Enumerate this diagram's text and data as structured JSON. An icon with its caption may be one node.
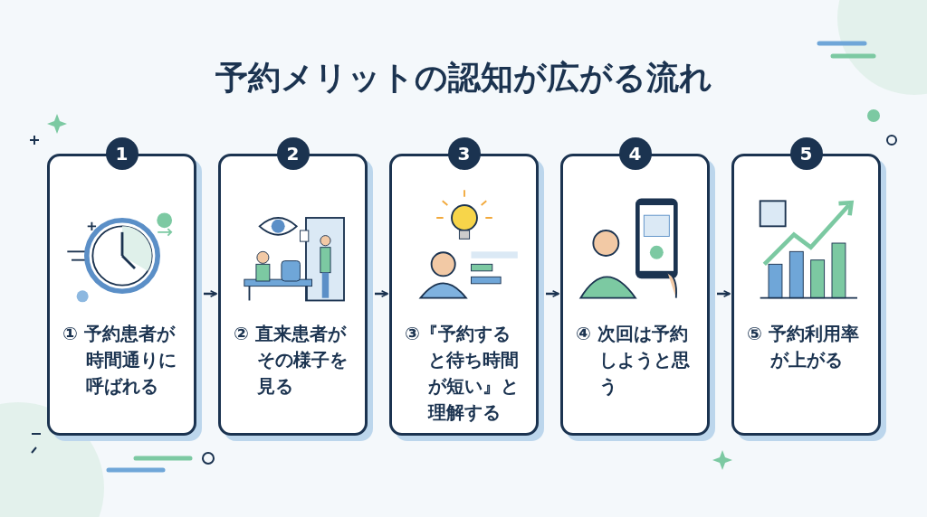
{
  "diagram": {
    "title": "予約メリットの認知が広がる流れ",
    "nodes": [
      {
        "text": [
          "1",
          "① 予約患者が時間通りに呼ばれる"
        ]
      },
      {
        "text": [
          "2",
          "② 直来患者がその様子を見る"
        ]
      },
      {
        "text": [
          "3",
          "③『予約すると待ち時間が短い』と理解する"
        ]
      },
      {
        "text": [
          "4",
          "④ 次回は予約しようと思う"
        ]
      },
      {
        "text": [
          "5",
          "⑤ 予約利用率が上がる"
        ]
      }
    ],
    "edges": [
      {
        "from": 0,
        "to": 1,
        "arrow": "to"
      },
      {
        "from": 1,
        "to": 2,
        "arrow": "to"
      },
      {
        "from": 2,
        "to": 3,
        "arrow": "to"
      },
      {
        "from": 3,
        "to": 4,
        "arrow": "to"
      }
    ]
  }
}
